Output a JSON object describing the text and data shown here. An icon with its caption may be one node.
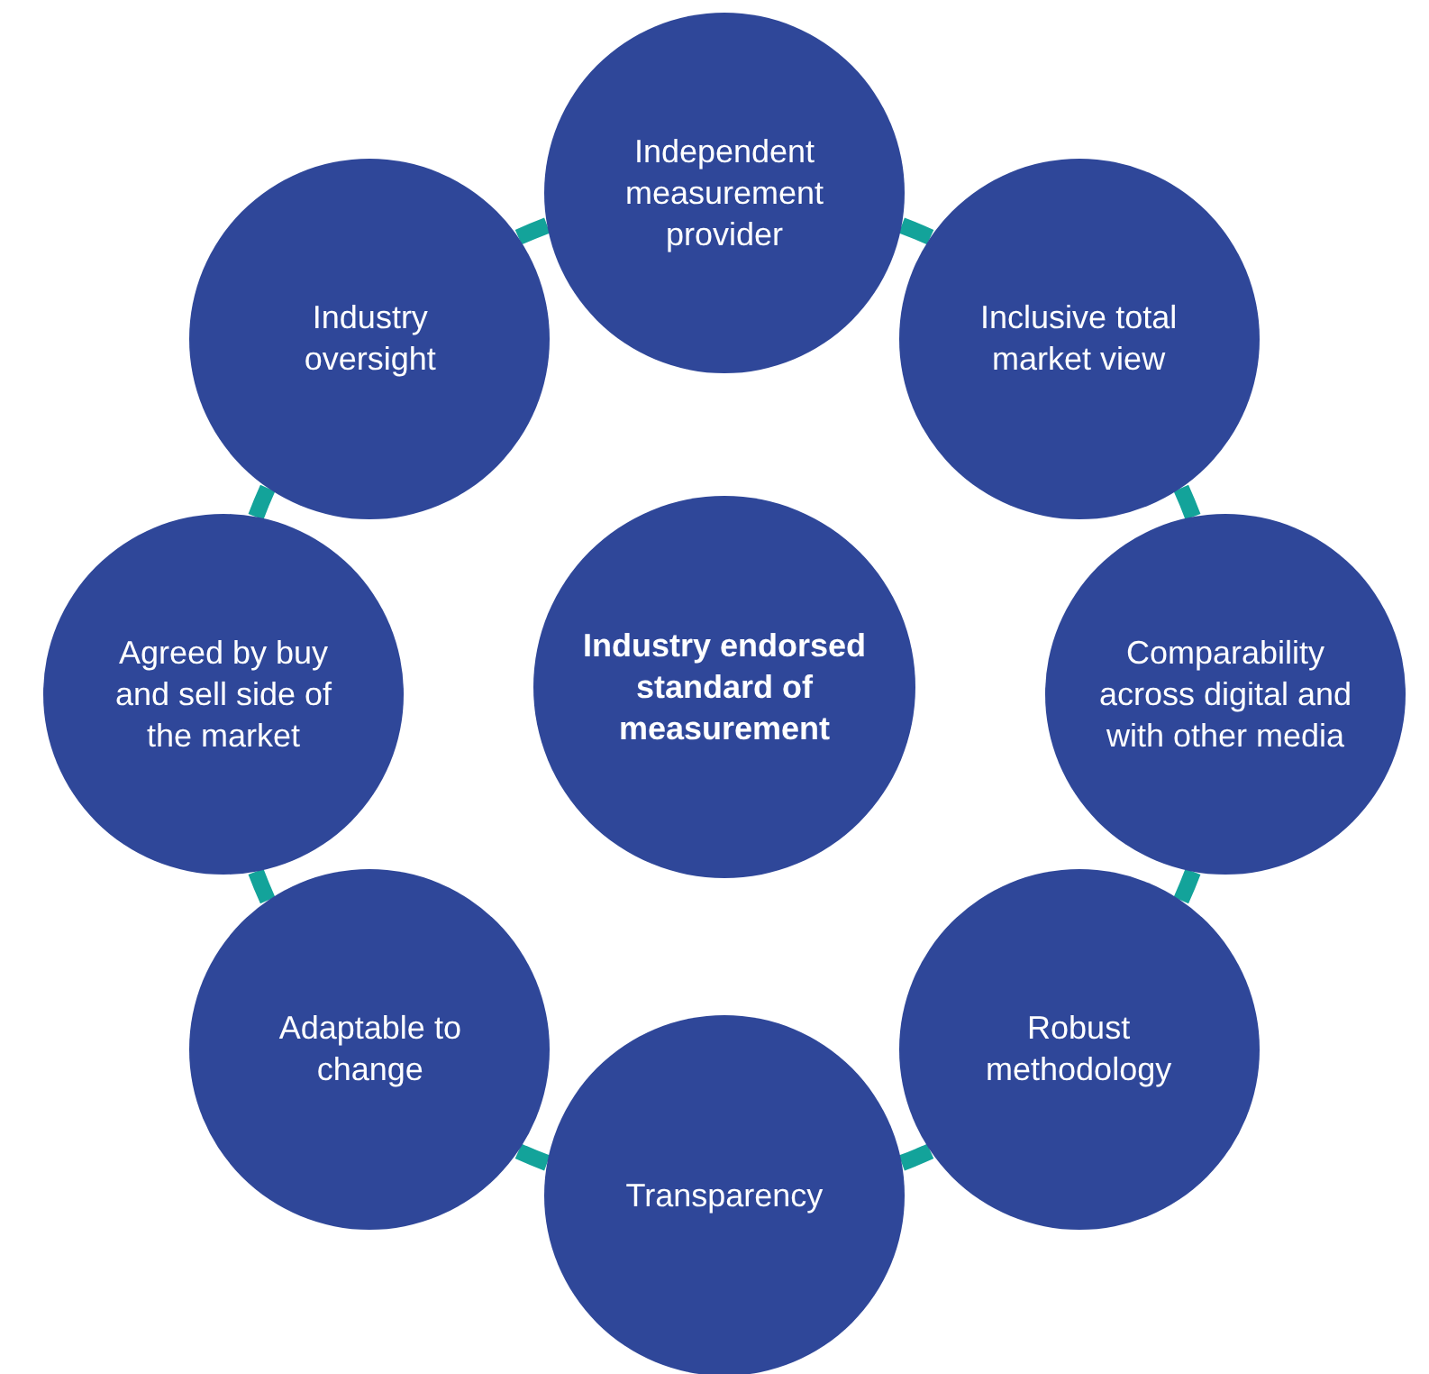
{
  "diagram": {
    "nodes": [
      {
        "text": [
          "Industry endorsed standard of measurement"
        ]
      },
      {
        "text": [
          "Independent measurement provider"
        ]
      },
      {
        "text": [
          "Inclusive total market view"
        ]
      },
      {
        "text": [
          "Comparability across digital and with other media"
        ]
      },
      {
        "text": [
          "Robust methodology"
        ]
      },
      {
        "text": [
          "Transparency"
        ]
      },
      {
        "text": [
          "Adaptable to change"
        ]
      },
      {
        "text": [
          "Agreed by buy and sell side of the market"
        ]
      },
      {
        "text": [
          "Industry oversight"
        ]
      }
    ],
    "edges": [
      {
        "from": 1,
        "to": 2,
        "arrow": "none"
      },
      {
        "from": 2,
        "to": 3,
        "arrow": "none"
      },
      {
        "from": 3,
        "to": 4,
        "arrow": "none"
      },
      {
        "from": 4,
        "to": 5,
        "arrow": "none"
      },
      {
        "from": 5,
        "to": 6,
        "arrow": "none"
      },
      {
        "from": 6,
        "to": 7,
        "arrow": "none"
      },
      {
        "from": 7,
        "to": 8,
        "arrow": "none"
      },
      {
        "from": 8,
        "to": 1,
        "arrow": "none"
      }
    ]
  }
}
